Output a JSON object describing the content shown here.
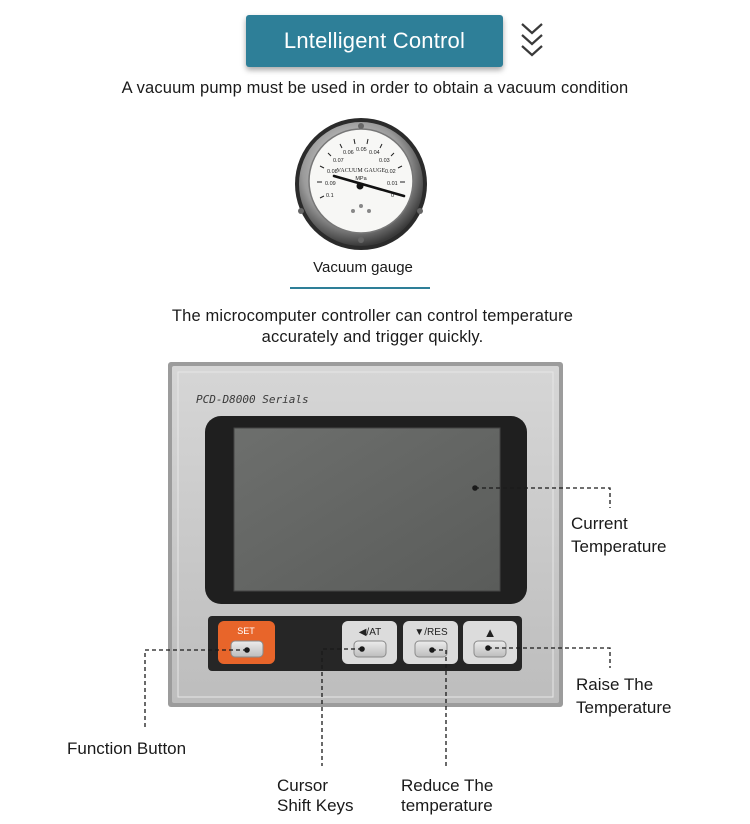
{
  "header": {
    "title": "Lntelligent Control",
    "scroll_icon": "double-chevron-down-icon"
  },
  "intro": {
    "text": "A vacuum pump must be used in order to obtain a vacuum condition"
  },
  "gauge": {
    "caption": "Vacuum gauge",
    "face_title": "VACUUM GAUGE",
    "unit": "MPa",
    "scale": [
      "0.1",
      "0.09",
      "0.08",
      "0.07",
      "0.06",
      "0.05",
      "0.04",
      "0.03",
      "0.02",
      "0.01",
      "0"
    ]
  },
  "controller": {
    "description_line1": "The microcomputer controller can control temperature",
    "description_line2": "accurately and trigger quickly.",
    "model": "PCD-D8000 Serials",
    "keys": {
      "set": "SET",
      "at": "◀/AT",
      "res": "▼/RES",
      "up": "▲"
    },
    "colors": {
      "set_key": "#e8652a",
      "accent": "#2e7f98"
    }
  },
  "callouts": {
    "current_line1": "Current",
    "current_line2": "Temperature",
    "raise_line1": "Raise The",
    "raise_line2": "Temperature",
    "function": "Function Button",
    "cursor_line1": "Cursor",
    "cursor_line2": "Shift Keys",
    "reduce_line1": "Reduce The",
    "reduce_line2": "temperature"
  }
}
